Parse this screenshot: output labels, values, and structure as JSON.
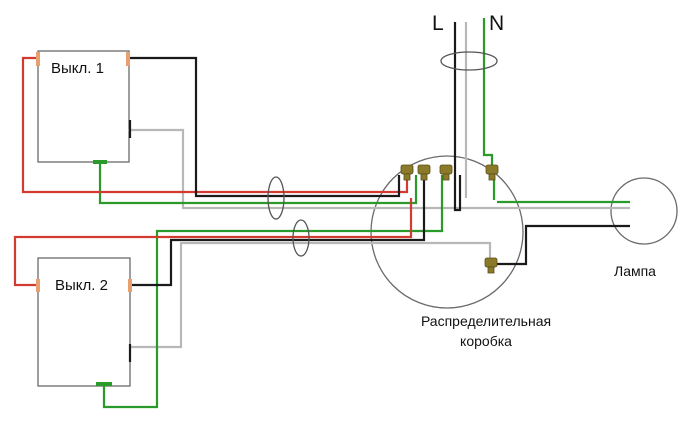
{
  "labels": {
    "switch_1": "Выкл. 1",
    "switch_2": "Выкл. 2",
    "phase": "L",
    "neutral": "N",
    "lamp": "Лампа",
    "junction_box_line1": "Распределительная",
    "junction_box_line2": "коробка"
  },
  "wire_colors": {
    "phase": "#1a1a1a",
    "neutral": "#b8b8b8",
    "ground": "#2a9a2a",
    "traveler": "#d23c30",
    "switch_terminal": "#e8a070",
    "wago_connector": "#8a7a2a"
  }
}
